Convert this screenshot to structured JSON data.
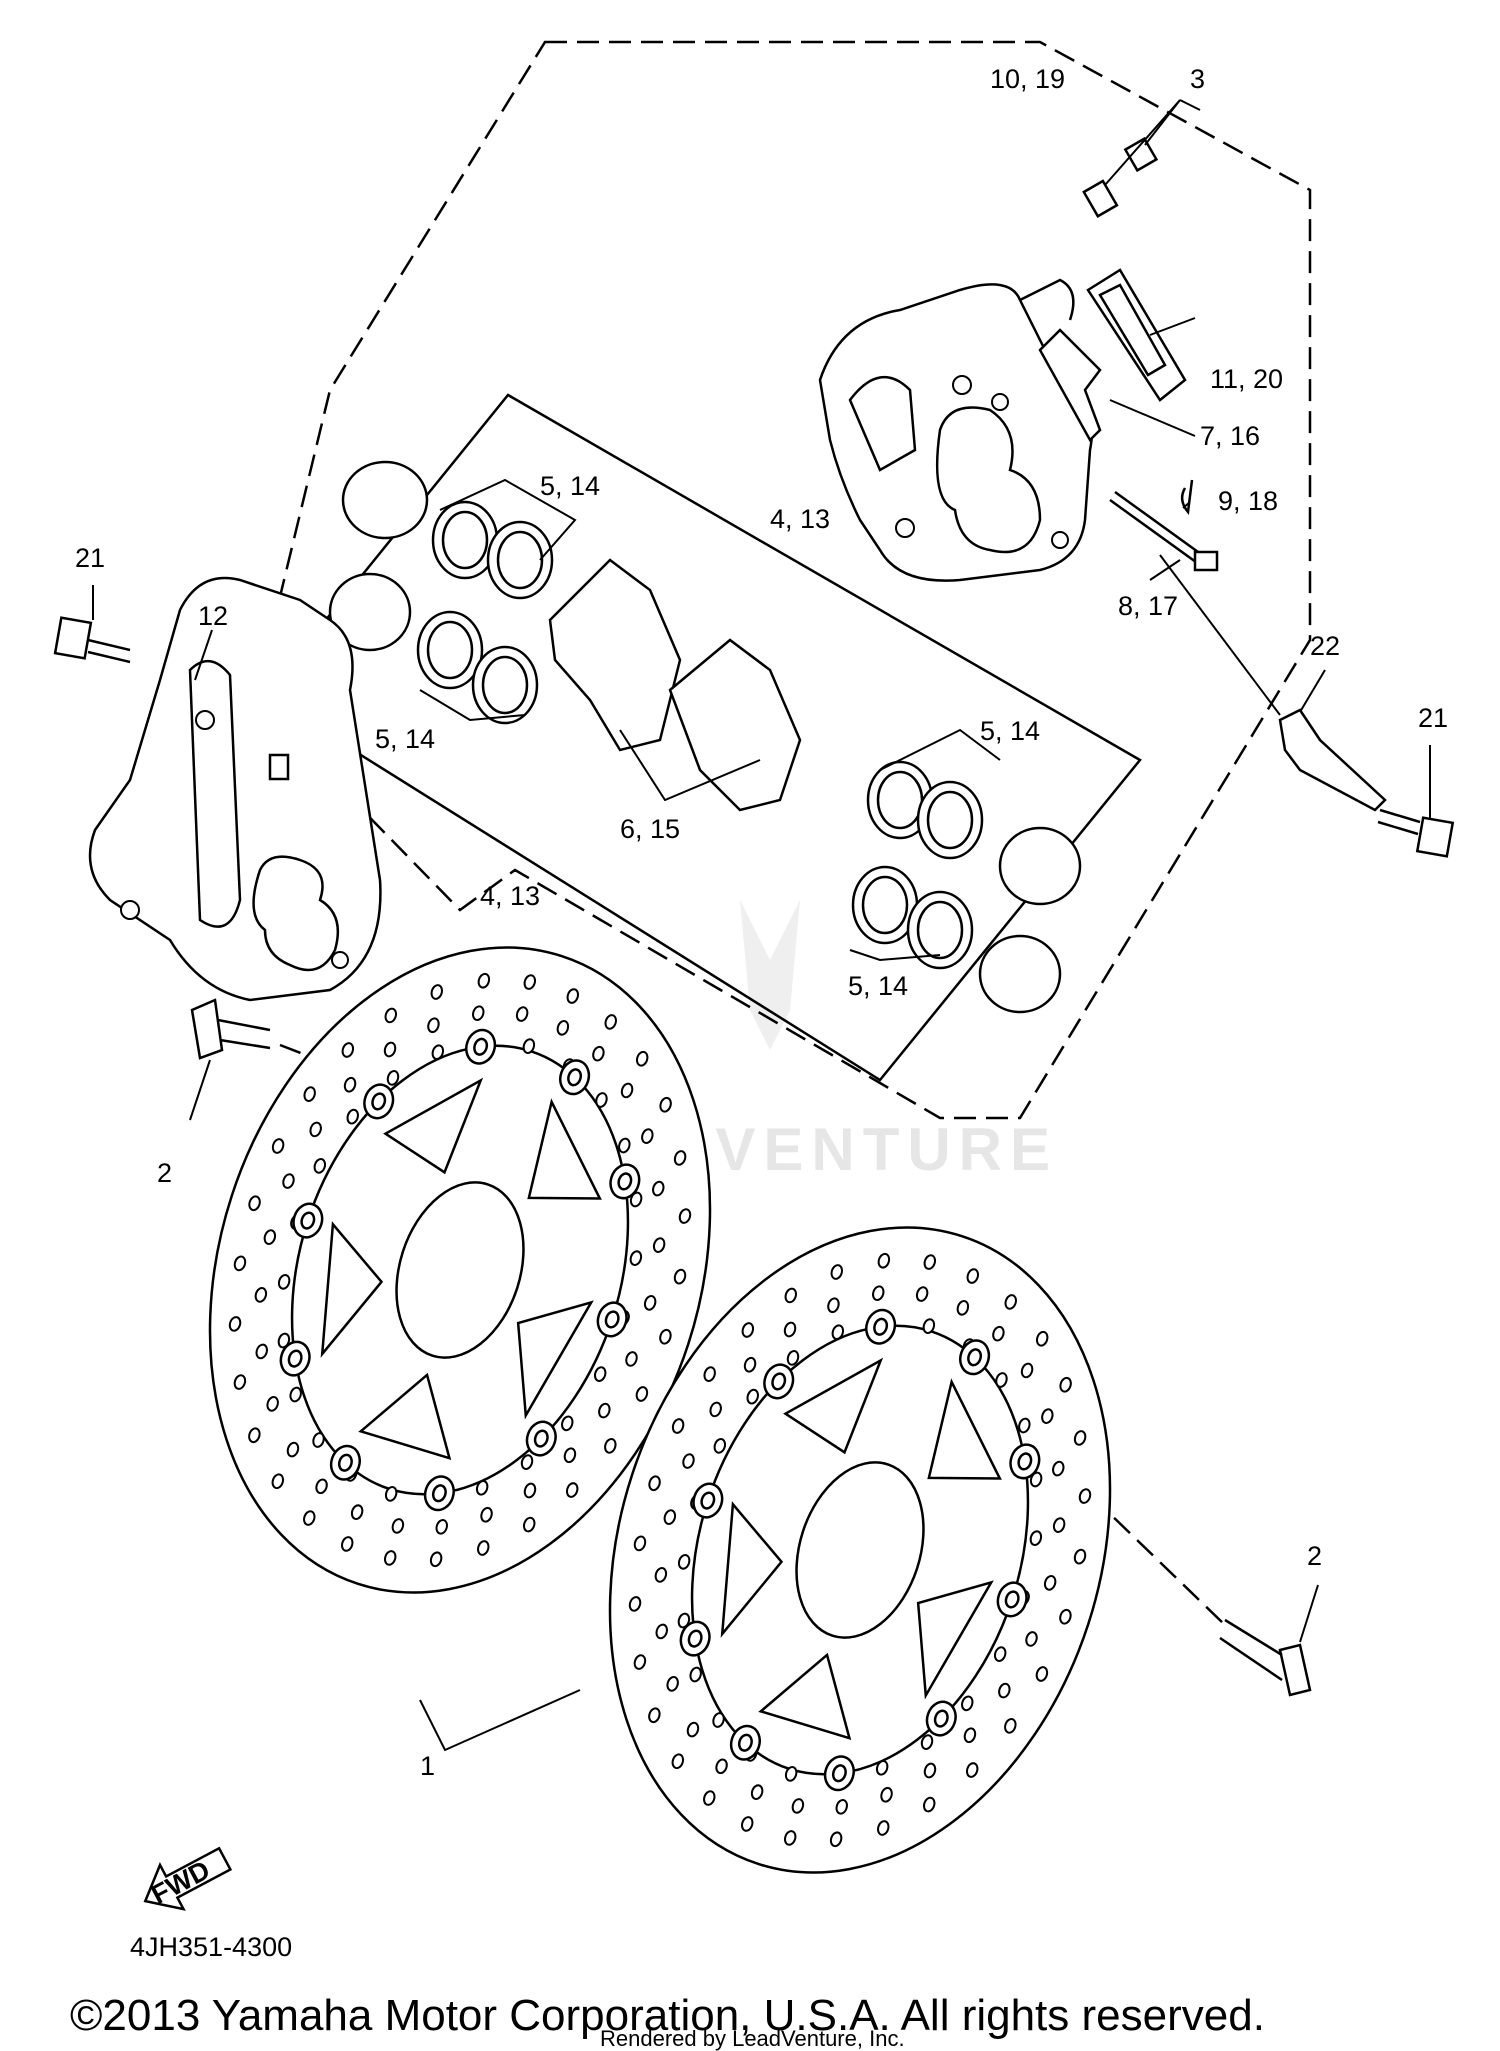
{
  "diagram": {
    "callouts": [
      {
        "id": "c-10-19",
        "text": "10, 19"
      },
      {
        "id": "c-3",
        "text": "3"
      },
      {
        "id": "c-11-20",
        "text": "11, 20"
      },
      {
        "id": "c-7-16",
        "text": "7, 16"
      },
      {
        "id": "c-9-18",
        "text": "9, 18"
      },
      {
        "id": "c-8-17",
        "text": "8, 17"
      },
      {
        "id": "c-4-13-top",
        "text": "4, 13"
      },
      {
        "id": "c-5-14-a",
        "text": "5, 14"
      },
      {
        "id": "c-21-left",
        "text": "21"
      },
      {
        "id": "c-12",
        "text": "12"
      },
      {
        "id": "c-5-14-b",
        "text": "5, 14"
      },
      {
        "id": "c-6-15",
        "text": "6, 15"
      },
      {
        "id": "c-22",
        "text": "22"
      },
      {
        "id": "c-21-right",
        "text": "21"
      },
      {
        "id": "c-5-14-c",
        "text": "5, 14"
      },
      {
        "id": "c-4-13-bottom",
        "text": "4, 13"
      },
      {
        "id": "c-5-14-d",
        "text": "5, 14"
      },
      {
        "id": "c-2-left",
        "text": "2"
      },
      {
        "id": "c-2-right",
        "text": "2"
      },
      {
        "id": "c-1",
        "text": "1"
      }
    ],
    "fwd_label": "FWD",
    "diagram_code": "4JH351-4300",
    "watermark": "LEADVENTURE"
  },
  "footer": {
    "copyright": "©2013 Yamaha Motor Corporation, U.S.A. All rights reserved.",
    "rendered_by": "Rendered by LeadVenture, Inc."
  }
}
